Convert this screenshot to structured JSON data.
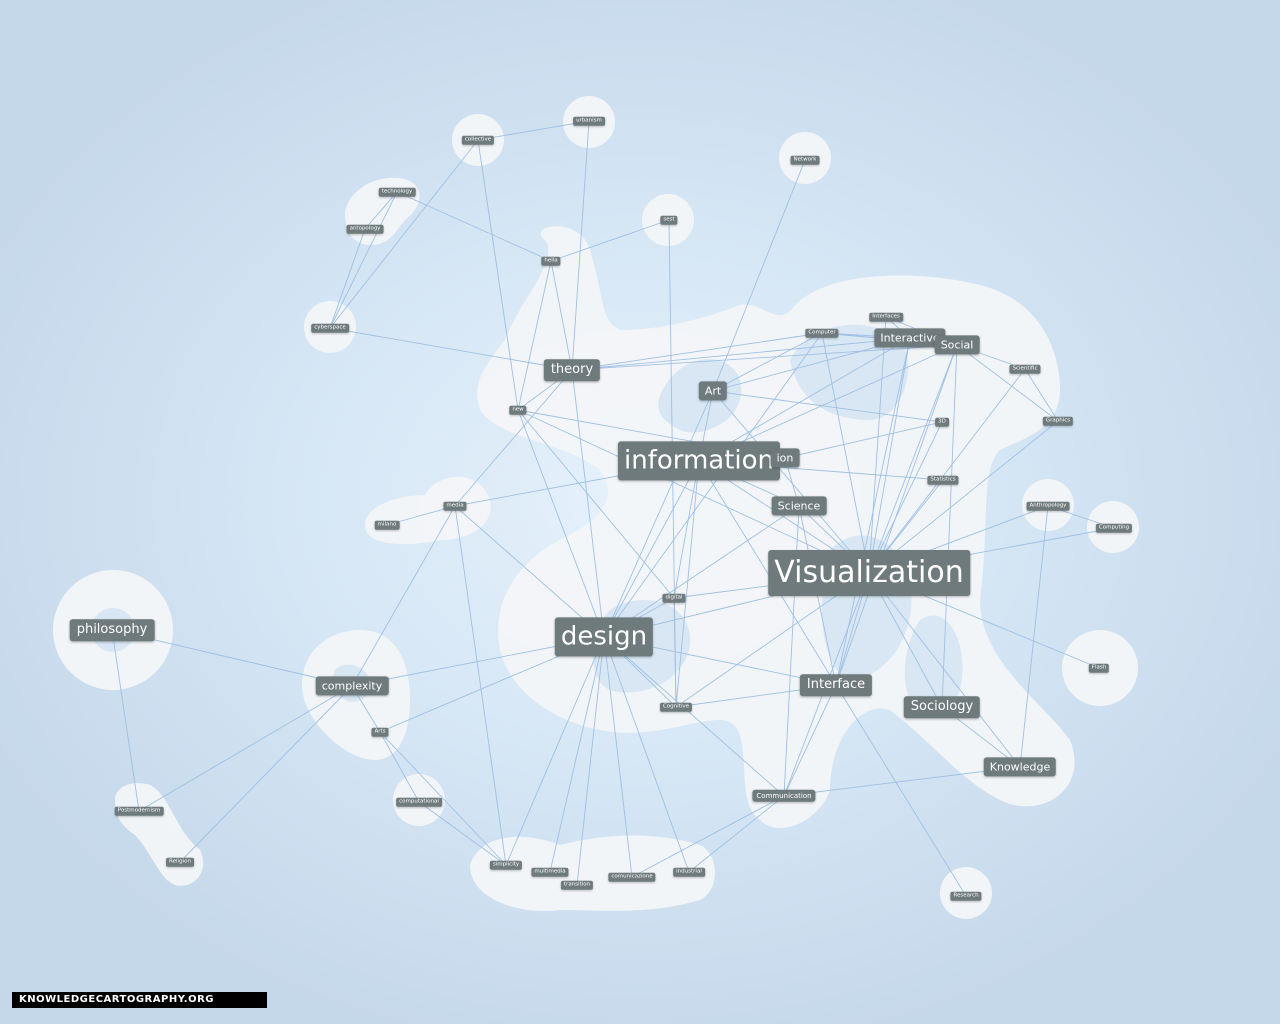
{
  "footer": {
    "text": "KNOWLEDGECARTOGRAPHY.ORG"
  },
  "nodes": [
    {
      "id": "visualization",
      "label": "Visualization"
    },
    {
      "id": "information",
      "label": "information"
    },
    {
      "id": "design",
      "label": "design"
    },
    {
      "id": "ion",
      "label": "ion"
    },
    {
      "id": "theory",
      "label": "theory"
    },
    {
      "id": "philosophy",
      "label": "philosophy"
    },
    {
      "id": "complexity",
      "label": "complexity"
    },
    {
      "id": "interface",
      "label": "Interface"
    },
    {
      "id": "sociology",
      "label": "Sociology"
    },
    {
      "id": "knowledge",
      "label": "Knowledge"
    },
    {
      "id": "science",
      "label": "Science"
    },
    {
      "id": "interactive",
      "label": "Interactive"
    },
    {
      "id": "social",
      "label": "Social"
    },
    {
      "id": "art",
      "label": "Art"
    },
    {
      "id": "communication",
      "label": "Communication"
    },
    {
      "id": "computer",
      "label": "Computer"
    },
    {
      "id": "interfaces",
      "label": "Interfaces"
    },
    {
      "id": "scientific",
      "label": "Scientific"
    },
    {
      "id": "graphics",
      "label": "Graphics"
    },
    {
      "id": "3d",
      "label": "3D"
    },
    {
      "id": "statistics",
      "label": "Statistics"
    },
    {
      "id": "anthropology",
      "label": "Anthropology"
    },
    {
      "id": "computing",
      "label": "Computing"
    },
    {
      "id": "flash",
      "label": "Flash"
    },
    {
      "id": "research",
      "label": "Research"
    },
    {
      "id": "network",
      "label": "Network"
    },
    {
      "id": "digital",
      "label": "digital"
    },
    {
      "id": "cognitive",
      "label": "Cognitive"
    },
    {
      "id": "media",
      "label": "media"
    },
    {
      "id": "milano",
      "label": "milano"
    },
    {
      "id": "new",
      "label": "new"
    },
    {
      "id": "hella",
      "label": "hella"
    },
    {
      "id": "sest",
      "label": "sest"
    },
    {
      "id": "urbanism",
      "label": "urbanism"
    },
    {
      "id": "collective",
      "label": "collective"
    },
    {
      "id": "technology",
      "label": "technology"
    },
    {
      "id": "antopology",
      "label": "antopology"
    },
    {
      "id": "cyberspace",
      "label": "cyberspace"
    },
    {
      "id": "arts",
      "label": "Arts"
    },
    {
      "id": "computational",
      "label": "computational"
    },
    {
      "id": "postmodernism",
      "label": "Postmodernism"
    },
    {
      "id": "religion",
      "label": "Religion"
    },
    {
      "id": "simplicity",
      "label": "simplicity"
    },
    {
      "id": "multimedia",
      "label": "multimedia"
    },
    {
      "id": "transition",
      "label": "transition"
    },
    {
      "id": "comunicazione",
      "label": "comunicazione"
    },
    {
      "id": "industrial",
      "label": "industrial"
    }
  ],
  "edges": [
    [
      "philosophy",
      "complexity"
    ],
    [
      "philosophy",
      "postmodernism"
    ],
    [
      "postmodernism",
      "complexity"
    ],
    [
      "religion",
      "complexity"
    ],
    [
      "complexity",
      "design"
    ],
    [
      "complexity",
      "arts"
    ],
    [
      "complexity",
      "media"
    ],
    [
      "arts",
      "design"
    ],
    [
      "arts",
      "computational"
    ],
    [
      "arts",
      "simplicity"
    ],
    [
      "computational",
      "simplicity"
    ],
    [
      "design",
      "multimedia"
    ],
    [
      "design",
      "transition"
    ],
    [
      "design",
      "comunicazione"
    ],
    [
      "design",
      "industrial"
    ],
    [
      "design",
      "simplicity"
    ],
    [
      "design",
      "digital"
    ],
    [
      "design",
      "cognitive"
    ],
    [
      "design",
      "information"
    ],
    [
      "design",
      "theory"
    ],
    [
      "design",
      "new"
    ],
    [
      "design",
      "media"
    ],
    [
      "design",
      "visualization"
    ],
    [
      "design",
      "interface"
    ],
    [
      "design",
      "communication"
    ],
    [
      "design",
      "art"
    ],
    [
      "design",
      "science"
    ],
    [
      "design",
      "computer"
    ],
    [
      "comunicazione",
      "communication"
    ],
    [
      "industrial",
      "communication"
    ],
    [
      "simplicity",
      "media"
    ],
    [
      "media",
      "milano"
    ],
    [
      "media",
      "information"
    ],
    [
      "media",
      "theory"
    ],
    [
      "new",
      "theory"
    ],
    [
      "new",
      "hella"
    ],
    [
      "new",
      "collective"
    ],
    [
      "new",
      "digital"
    ],
    [
      "new",
      "visualization"
    ],
    [
      "new",
      "ion"
    ],
    [
      "theory",
      "hella"
    ],
    [
      "theory",
      "urbanism"
    ],
    [
      "theory",
      "interactive"
    ],
    [
      "theory",
      "computer"
    ],
    [
      "theory",
      "social"
    ],
    [
      "cyberspace",
      "collective"
    ],
    [
      "cyberspace",
      "antopology"
    ],
    [
      "cyberspace",
      "technology"
    ],
    [
      "cyberspace",
      "theory"
    ],
    [
      "technology",
      "antopology"
    ],
    [
      "technology",
      "hella"
    ],
    [
      "collective",
      "urbanism"
    ],
    [
      "hella",
      "sest"
    ],
    [
      "sest",
      "cognitive"
    ],
    [
      "art",
      "network"
    ],
    [
      "art",
      "information"
    ],
    [
      "art",
      "interactive"
    ],
    [
      "art",
      "computer"
    ],
    [
      "art",
      "3d"
    ],
    [
      "art",
      "visualization"
    ],
    [
      "information",
      "visualization"
    ],
    [
      "information",
      "science"
    ],
    [
      "information",
      "interactive"
    ],
    [
      "information",
      "social"
    ],
    [
      "information",
      "digital"
    ],
    [
      "information",
      "statistics"
    ],
    [
      "information",
      "cognitive"
    ],
    [
      "information",
      "interface"
    ],
    [
      "ion",
      "science"
    ],
    [
      "ion",
      "3d"
    ],
    [
      "visualization",
      "interactive"
    ],
    [
      "visualization",
      "social"
    ],
    [
      "visualization",
      "interfaces"
    ],
    [
      "visualization",
      "scientific"
    ],
    [
      "visualization",
      "graphics"
    ],
    [
      "visualization",
      "3d"
    ],
    [
      "visualization",
      "statistics"
    ],
    [
      "visualization",
      "anthropology"
    ],
    [
      "visualization",
      "computing"
    ],
    [
      "visualization",
      "flash"
    ],
    [
      "visualization",
      "interface"
    ],
    [
      "visualization",
      "sociology"
    ],
    [
      "visualization",
      "communication"
    ],
    [
      "visualization",
      "digital"
    ],
    [
      "visualization",
      "computer"
    ],
    [
      "visualization",
      "science"
    ],
    [
      "visualization",
      "cognitive"
    ],
    [
      "visualization",
      "knowledge"
    ],
    [
      "interface",
      "research"
    ],
    [
      "interface",
      "science"
    ],
    [
      "interface",
      "interactive"
    ],
    [
      "interface",
      "social"
    ],
    [
      "interface",
      "cognitive"
    ],
    [
      "interface",
      "communication"
    ],
    [
      "sociology",
      "social"
    ],
    [
      "sociology",
      "knowledge"
    ],
    [
      "knowledge",
      "communication"
    ],
    [
      "knowledge",
      "anthropology"
    ],
    [
      "communication",
      "science"
    ],
    [
      "social",
      "scientific"
    ],
    [
      "social",
      "graphics"
    ],
    [
      "social",
      "computer"
    ],
    [
      "social",
      "interfaces"
    ],
    [
      "interactive",
      "interfaces"
    ],
    [
      "computer",
      "interactive"
    ],
    [
      "computer",
      "social"
    ],
    [
      "scientific",
      "graphics"
    ],
    [
      "computing",
      "anthropology"
    ],
    [
      "digital",
      "cognitive"
    ]
  ]
}
